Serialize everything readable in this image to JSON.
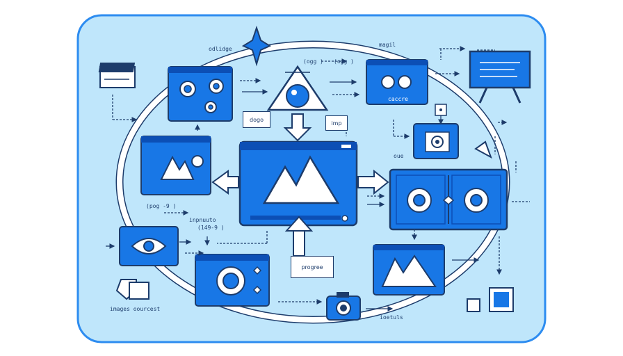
{
  "labels": {
    "top_left_label": "odlidge",
    "top_right_label": "magil",
    "arrow_label_top_1": "(ogg )",
    "arrow_label_top_2": "(ogg )",
    "panel_caption": "caccre",
    "dogo_label": "dogo",
    "imp_label": "imp",
    "oue_label": "oue",
    "coord_label": "(pog -9 )",
    "input_label": "inpnuuto",
    "input_sub_label": "(149-9 )",
    "progress_label": "progree",
    "sources_label": "images oourcest",
    "bottom_right_label": "ioetuls"
  },
  "colors": {
    "board": "#bfe6fb",
    "board_border": "#2d8cf0",
    "panel": "#1877e6",
    "panel_dark": "#0c4fb5",
    "ink": "#1d3c6b",
    "white": "#ffffff"
  },
  "icons": [
    "star-icon",
    "eye-triangle-icon",
    "gear-icon",
    "mountain-image-icon",
    "eye-icon",
    "camera-icon",
    "presentation-board-icon",
    "house-icon",
    "target-icon",
    "lock-icon"
  ]
}
